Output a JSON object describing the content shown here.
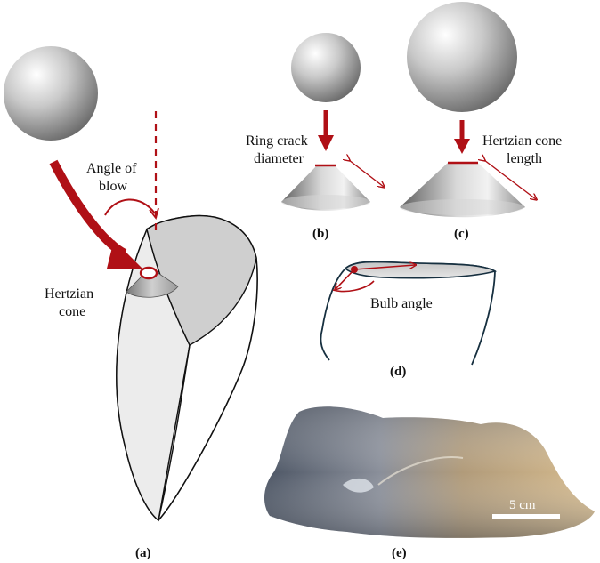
{
  "panels": {
    "a": {
      "caption": "(a)",
      "angle_label": [
        "Angle of",
        "blow"
      ],
      "cone_label": [
        "Hertzian",
        "cone"
      ]
    },
    "b": {
      "caption": "(b)",
      "label": [
        "Ring crack",
        "diameter"
      ]
    },
    "c": {
      "caption": "(c)",
      "label": [
        "Hertzian cone",
        "length"
      ]
    },
    "d": {
      "caption": "(d)",
      "label": "Bulb angle"
    },
    "e": {
      "caption": "(e)",
      "scale_label": "5 cm"
    }
  },
  "colors": {
    "arrow": "#b01016",
    "outline": "#111111",
    "flake_face": "#ececec",
    "platform": "#cfcfcf",
    "bulb_outline": "#173040"
  }
}
